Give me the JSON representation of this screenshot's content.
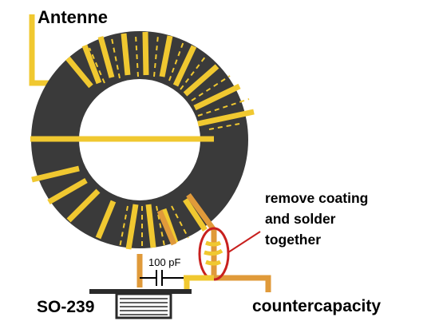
{
  "labels": {
    "antenna": "Antenne",
    "note_line1": "remove coating",
    "note_line2": "and solder",
    "note_line3": "together",
    "capacitor": "100 pF",
    "connector": "SO-239",
    "counterpoise": "countercapacity"
  },
  "colors": {
    "toroid": "#3a3a3a",
    "wire": "#f0c830",
    "wire_highlight": "#f7e27a",
    "copper": "#e09a3a",
    "annotation": "#c8201e",
    "connector_body": "#2a2a2a"
  }
}
